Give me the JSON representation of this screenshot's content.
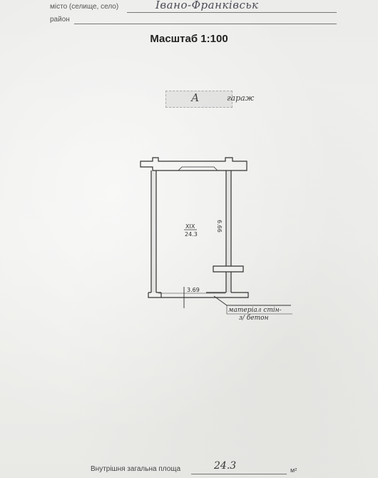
{
  "form": {
    "city_label": "місто (селище, село)",
    "city_value": "Івано-Франківськ",
    "district_label": "район"
  },
  "scale_title": "Масштаб 1:100",
  "stamp": {
    "letter": "А",
    "word": "гараж"
  },
  "plan": {
    "room_number": "XIX",
    "room_area": "24.3",
    "width_dim": "3.69",
    "length_dim": "6.66",
    "material_line1": "матеріал стін-",
    "material_line2": "з/ бетон"
  },
  "footer": {
    "area_label": "Внутрішня загальна площа",
    "area_value": "24.3",
    "area_unit": "м²"
  }
}
